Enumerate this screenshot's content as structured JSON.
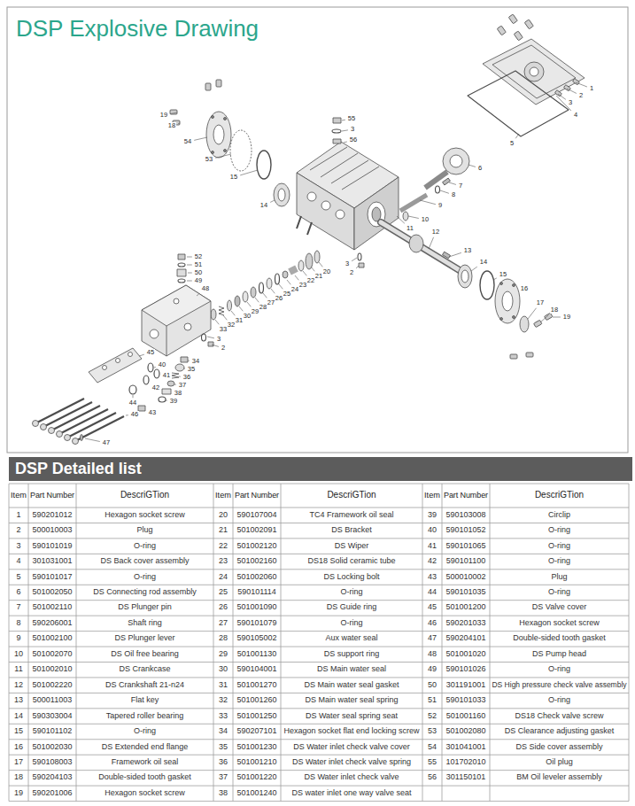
{
  "diagram": {
    "title": "DSP Explosive Drawing",
    "nodes": [
      {
        "text": [
          "DSP Detailed list"
        ]
      }
    ],
    "labels": [
      "1",
      "2",
      "3",
      "4",
      "5",
      "6",
      "7",
      "8",
      "9",
      "10",
      "11",
      "12",
      "13",
      "14",
      "15",
      "16",
      "17",
      "18",
      "19",
      "19",
      "18",
      "54",
      "53",
      "15",
      "14",
      "55",
      "3",
      "56",
      "3",
      "2",
      "20",
      "21",
      "22",
      "23",
      "24",
      "25",
      "26",
      "27",
      "28",
      "29",
      "30",
      "31",
      "32",
      "33",
      "52",
      "51",
      "50",
      "49",
      "48",
      "34",
      "35",
      "36",
      "37",
      "38",
      "39",
      "3",
      "2",
      "40",
      "41",
      "42",
      "43",
      "44",
      "45",
      "46",
      "47",
      "Item",
      "Part Number",
      "DescriGTion",
      "Item",
      "Part Number",
      "DescriGTion",
      "Item",
      "Part Number",
      "DescriGTion",
      "1",
      "590201012",
      "Hexagon socket screw",
      "20",
      "590107004",
      "TC4 Framework oil seal",
      "39",
      "590103008",
      "Circlip",
      "2",
      "500010003",
      "Plug",
      "21",
      "501002091",
      "DS Bracket",
      "40",
      "590101052",
      "O-ring",
      "3",
      "590101019",
      "O-ring",
      "22",
      "501002120",
      "DS Wiper",
      "41",
      "590101065",
      "O-ring",
      "4",
      "301031001",
      "DS Back cover assembly",
      "23",
      "501002160",
      "DS18 Solid ceramic tube",
      "42",
      "590101100",
      "O-ring",
      "5",
      "590101017",
      "O-ring",
      "24",
      "501002060",
      "DS Locking bolt",
      "43",
      "500010002",
      "Plug",
      "6",
      "501002050",
      "DS Connecting rod assembly",
      "25",
      "590101114",
      "O-ring",
      "44",
      "590101035",
      "O-ring",
      "7",
      "501002110",
      "DS Plunger pin",
      "26",
      "501001090",
      "DS Guide ring",
      "45",
      "501001200",
      "DS Valve cover",
      "8",
      "590206001",
      "Shaft ring",
      "27",
      "590101079",
      "O-ring",
      "46",
      "590201033",
      "Hexagon socket screw",
      "9",
      "501002100",
      "DS Plunger lever",
      "28",
      "590105002",
      "Aux water seal",
      "47",
      "590204101",
      "Double-sided tooth gasket",
      "10",
      "501002070",
      "DS Oil free bearing",
      "29",
      "501001130",
      "DS support ring",
      "48",
      "501001020",
      "DS Pump head",
      "11",
      "501002010",
      "DS Crankcase",
      "30",
      "590104001",
      "DS Main water seal",
      "49",
      "590101026",
      "O-ring",
      "12",
      "501002220",
      "DS Crankshaft 21-n24",
      "31",
      "501001270",
      "DS Main water seal gasket",
      "50",
      "301191001",
      "DS High pressure check valve assembly",
      "13",
      "500011003",
      "Flat key",
      "32",
      "501001260",
      "DS Main water seal spring",
      "51",
      "590101033",
      "O-ring",
      "14",
      "590303004",
      "Tapered roller bearing",
      "33",
      "501001250",
      "DS Water seal spring seat",
      "52",
      "501001160",
      "DS18 Check valve screw",
      "15",
      "590101102",
      "O-ring",
      "34",
      "590207101",
      "Hexagon socket flat end locking screw",
      "53",
      "501002080",
      "DS Clearance adjusting gasket",
      "16",
      "501002030",
      "DS Extended end flange",
      "35",
      "501001230",
      "DS Water inlet check valve cover",
      "54",
      "301041001",
      "DS Side cover assembly",
      "17",
      "590108003",
      "Framework oil seal",
      "36",
      "501001210",
      "DS Water inlet check valve spring",
      "55",
      "101702010",
      "Oil plug",
      "18",
      "590204103",
      "Double-sided tooth gasket",
      "37",
      "501001220",
      "DS Water inlet check valve",
      "56",
      "301150101",
      "BM Oil leveler assembly",
      "19",
      "590201006",
      "Hexagon socket screw",
      "38",
      "501001240",
      "DS water inlet one way valve seat"
    ]
  }
}
